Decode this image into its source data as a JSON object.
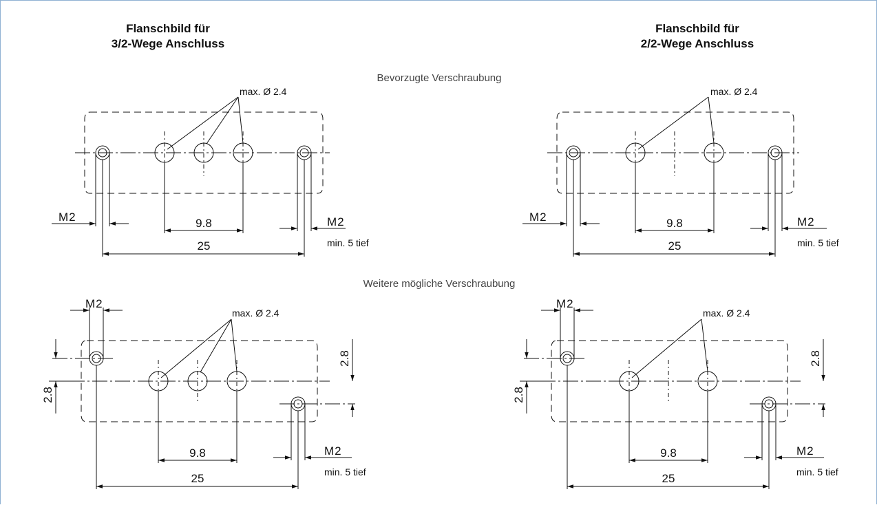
{
  "titles": {
    "left": [
      "Flanschbild für",
      "3/2-Wege Anschluss"
    ],
    "right": [
      "Flanschbild für",
      "2/2-Wege Anschluss"
    ]
  },
  "sections": {
    "preferred": "Bevorzugte Verschraubung",
    "other": "Weitere mögliche Verschraubung"
  },
  "labels": {
    "hole_diameter": "max. Ø 2.4",
    "thread": "M2",
    "depth": "min. 5 tief",
    "pitch": "9.8",
    "span": "25",
    "offset": "2.8"
  }
}
